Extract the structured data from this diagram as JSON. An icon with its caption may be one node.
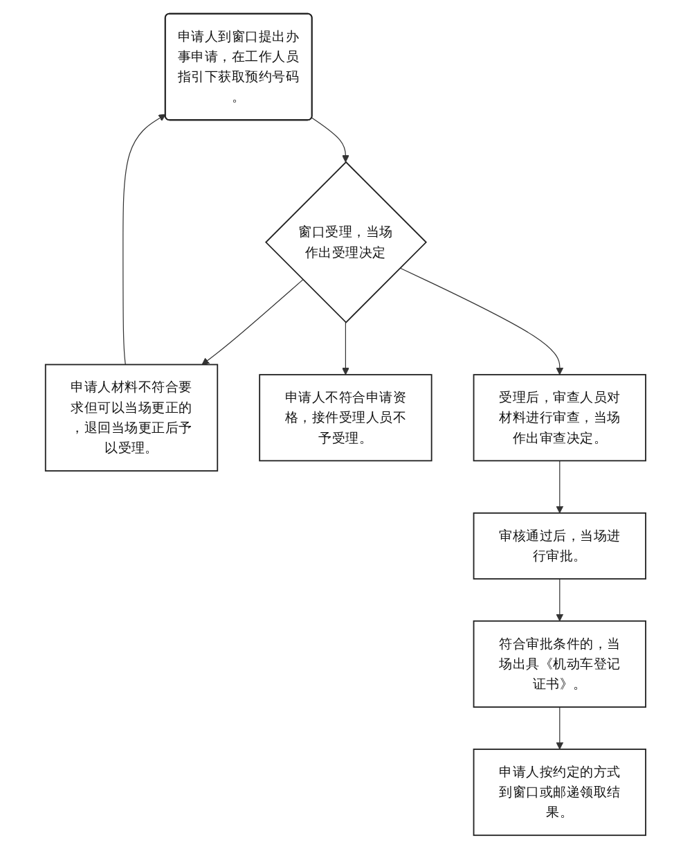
{
  "diagram": {
    "nodes": [
      {
        "text": [
          "申请人到窗口提出办事申请，在工作人员指引下获取预约号码。"
        ]
      },
      {
        "text": [
          "窗口受理，当场作出受理决定"
        ]
      },
      {
        "text": [
          "申请人材料不符合要求但可以当场更正的，退回当场更正后予以受理。"
        ]
      },
      {
        "text": [
          "申请人不符合申请资格，接件受理人员不予受理。"
        ]
      },
      {
        "text": [
          "受理后，审查人员对材料进行审查，当场作出审查决定。"
        ]
      },
      {
        "text": [
          "审核通过后，当场进行审批。"
        ]
      },
      {
        "text": [
          "符合审批条件的，当场出具《机动车登记证书》。"
        ]
      },
      {
        "text": [
          "申请人按约定的方式到窗口或邮递领取结果。"
        ]
      }
    ],
    "edges": [
      {
        "from": 0,
        "to": 1,
        "arrow": "to"
      },
      {
        "from": 1,
        "to": 2,
        "arrow": "to"
      },
      {
        "from": 2,
        "to": 0,
        "arrow": "to"
      },
      {
        "from": 1,
        "to": 3,
        "arrow": "to"
      },
      {
        "from": 1,
        "to": 4,
        "arrow": "to"
      },
      {
        "from": 4,
        "to": 5,
        "arrow": "to"
      },
      {
        "from": 5,
        "to": 6,
        "arrow": "to"
      },
      {
        "from": 6,
        "to": 7,
        "arrow": "to"
      }
    ]
  }
}
